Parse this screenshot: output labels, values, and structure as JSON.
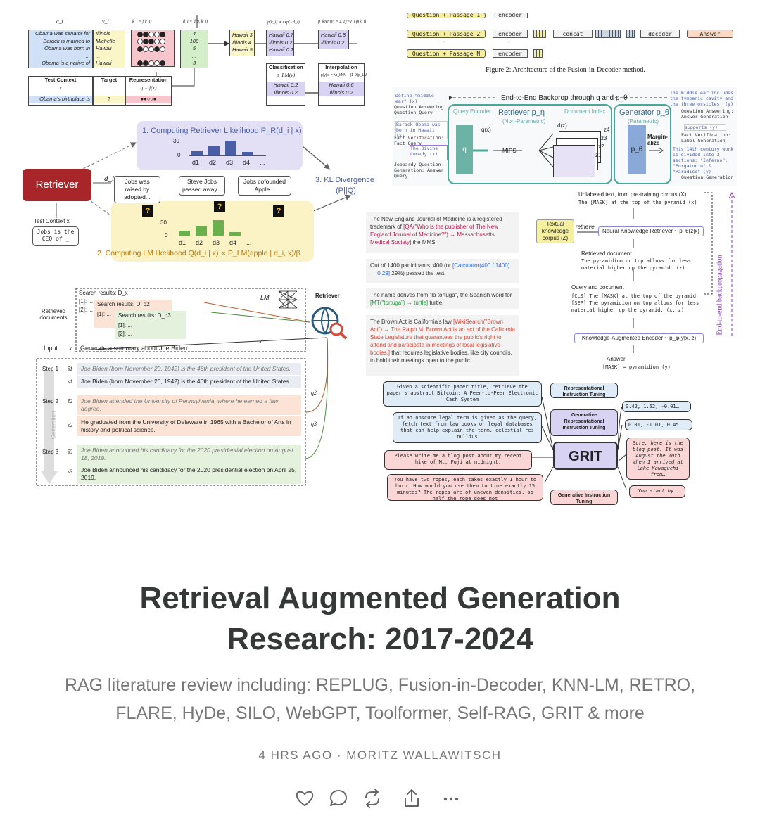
{
  "post": {
    "title_line1": "Retrieval Augmented Generation",
    "title_line2": "Research: 2017-2024",
    "subtitle": "RAG literature review including: REPLUG, Fusion-in-Decoder, KNN-LM, RETRO, FLARE, HyDe, SILO, WebGPT, Toolformer, Self-RAG, GRIT & more",
    "time": "4 HRS AGO",
    "separator": "·",
    "author": "MORITZ WALLAWITSCH"
  },
  "actions": [
    {
      "icon": "heart-icon"
    },
    {
      "icon": "comment-icon"
    },
    {
      "icon": "restack-icon"
    },
    {
      "icon": "share-icon"
    },
    {
      "icon": "more-icon"
    }
  ],
  "hero": {
    "knn": {
      "h_ci": "c_i",
      "h_vi": "v_i",
      "h_ki": "k_i = f(c_i)",
      "h_di": "d_i = d(q, k_i)",
      "h_p": "p(k_i) ∝ exp(−d_i)",
      "h_pknn": "p_kNN(y) = Σ 1y=v_i p(k_i)",
      "contexts": [
        "Obama was senator for",
        "Barack is married to",
        "Obama was born in",
        "...",
        "Obama is a native of"
      ],
      "targets": [
        "Illinois",
        "Michelle",
        "Hawaii",
        "...",
        "Hawaii"
      ],
      "dists": [
        "4",
        "100",
        "5",
        "...",
        "3"
      ],
      "nn": [
        "Hawaii 3",
        "Illinois 4",
        "Hawaii 5"
      ],
      "norm": [
        "Hawaii 0.7",
        "Illinois 0.2",
        "Hawaii 0.1"
      ],
      "agg": [
        "Hawaii 0.8",
        "Illinois 0.2"
      ],
      "test_context_h": "Test Context",
      "test_context_x": "x",
      "target_h": "Target",
      "repr_h": "Representation",
      "repr_q": "q = f(x)",
      "test_row": "Obama's birthplace is",
      "test_target": "?",
      "class_h": "Classification",
      "class_p": "p_LM(y)",
      "class_vals": [
        "Hawaii 0.2",
        "Illinois 0.2"
      ],
      "interp_h": "Interpolation",
      "interp_vals": [
        "Hawaii 0.6",
        "Illinois 0.2"
      ]
    },
    "replug": {
      "retriever": "Retriever",
      "step1": "1. Computing Retriever Likelihood P_R(d_i | x)",
      "step2": "2. Computing LM likelihood Q(d_i | x) ∝ P_LM(apple | d_i, x)/β",
      "step3_a": "3. KL Divergence",
      "step3_b": "(P||Q)",
      "axis_30": "30",
      "axis_0": "0",
      "d_labels": [
        "d1",
        "d2",
        "d3",
        "d4",
        "..."
      ],
      "retrieval_bars": [
        0.25,
        0.55,
        0.9,
        0.2
      ],
      "lm_bars": [
        0.25,
        0.5,
        0.8,
        0.2
      ],
      "docs": [
        "Jobs was raised by adopted...",
        "Steve Jobs passed away...",
        "Jobs cofounded Apple..."
      ],
      "di": "d_i",
      "test_ctx_lbl": "Test Context x",
      "test_ctx": "Jobs is the CEO of _",
      "q_mark": "?"
    },
    "flare": {
      "retrieved_docs": "Retrieved documents",
      "input_lbl": "Input",
      "input_x": "x",
      "input_text": "Generate a summary about Joe Biden.",
      "sr_x": "Search results: D_x",
      "sr_q2": "Search results: D_q2",
      "sr_q3": "Search results: D_q3",
      "bracket_items": [
        "[1]: ...",
        "[2]: ..."
      ],
      "lm": "LM",
      "retriever": "Retriever",
      "x_label": "x",
      "q2": "q2",
      "q3": "q3",
      "generation": "Generation",
      "steps": [
        "Step 1",
        "Step 2",
        "Step 3"
      ],
      "s_labels": [
        "ŝ1",
        "s1",
        "ŝ2",
        "s2",
        "ŝ3",
        "s3"
      ],
      "lines": [
        "Joe Biden (born November 20, 1942) is the 46th president of the United States.",
        "Joe Biden (born November 20, 1942) is the 46th president of the United States.",
        "Joe Biden attended the University of Pennsylvania, where he earned a law degree.",
        "He graduated from the University of Delaware in 1965 with a Bachelor of Arts in history and political science.",
        "Joe Biden announced his candidacy for the 2020 presidential election on August 18, 2019.",
        "Joe Biden announced his candidacy for the 2020 presidential election on April 25, 2019."
      ]
    },
    "fid": {
      "row_top_a": "Question + Passage 1",
      "row_top_b": "encoder",
      "row2_q": "Question + Passage 2",
      "row2_enc": "encoder",
      "concat": "concat",
      "decoder": "decoder",
      "answer": "Answer",
      "dots": ":",
      "rowN_q": "Question + Passage N",
      "rowN_enc": "encoder",
      "caption": "Figure 2: Architecture of the Fusion-in-Decoder method."
    },
    "rag": {
      "backprop": "End-to-End Backprop through q and p_θ",
      "query_encoder": "Query Encoder",
      "retriever": "Retriever p_η",
      "retriever_sub": "(Non-Parametric)",
      "doc_index": "Document Index",
      "generator": "Generator p_θ",
      "generator_sub": "(Parametric)",
      "qx": "q(x)",
      "mips": "MIPS",
      "dz": "d(z)",
      "margin": "Margin-alize",
      "q": "q",
      "ptheta": "p_θ",
      "z_labels": [
        "z1",
        "z2",
        "z3",
        "z4"
      ],
      "left_codes": [
        "Define \"middle ear\" (x)",
        "Barack Obama was born in Hawaii. (x)",
        "The Divine Comedy (x)"
      ],
      "left_labels": [
        "Question Answering: Question Query",
        "Fact Verification: Fact Query",
        "Jeopardy Question Generation: Answer Query"
      ],
      "right_codes": [
        "The middle ear includes the tympanic cavity and the three ossicles. (y)",
        "supports (y)",
        "This 14th century work is divided into 3 sections: \"Inferno\", \"Purgatorio\" & \"Paradiso\" (y)"
      ],
      "right_labels": [
        "Question Answering: Answer Generation",
        "Fact Verification: Label Generation",
        "Question Generation"
      ]
    },
    "toolformer": [
      {
        "pre": "The New England Journal of Medicine is a registered trademark of ",
        "call": "[QA(\"Who is the publisher of The New England Journal of Medicine?\") → Massachusetts Medical Society]",
        "post": " the MMS."
      },
      {
        "pre": "Out of 1400 participants, 400 (or ",
        "call": "[Calculator(400 / 1400) → 0.29]",
        "post": " 29%) passed the test."
      },
      {
        "pre": "The name derives from \"la tortuga\", the Spanish word for ",
        "call": "[MT(\"tortuga\") → turtle]",
        "post": " turtle."
      },
      {
        "pre": "The Brown Act is California's law ",
        "call": "[WikiSearch(\"Brown Act\") → The Ralph M. Brown Act is an act of the California State Legislature that guarantees the public's right to attend and participate in meetings of local legislative bodies.]",
        "post": " that requires legislative bodies, like city councils, to hold their meetings open to the public."
      }
    ],
    "realm": {
      "unlabeled": "Unlabeled text, from pre-training corpus (X)",
      "unlabeled_text": "The [MASK] at the top of the pyramid (x)",
      "textual": "Textual knowledge corpus (Z)",
      "retrieve": "retrieve",
      "nkr": "Neural Knowledge Retriever ~ p_θ(z|x)",
      "retrieved_doc": "Retrieved document",
      "retrieved_text": "The pyramidion on top allows for less material higher up the pyramid. (z)",
      "query_doc": "Query and document",
      "query_text": "[CLS] The [MASK] at the top of the pyramid [SEP] The pyramidion on top allows for less material higher up the pyramid. (x, z)",
      "kae": "Knowledge-Augmented Encoder ~ p_φ(y|x, z)",
      "answer_lbl": "Answer",
      "answer_text": "[MASK] = pyramidion (y)",
      "e2e": "End-to-end backpropagation"
    },
    "grit": {
      "center": "GRIT",
      "prompts": [
        "Given a scientific paper title, retrieve the paper's abstract Bitcoin: A Peer-to-Peer Electronic Cash System",
        "If an obscure legal term is given as the query, fetch text from law books or legal databases that can help explain the term. celestial res nullius",
        "Please write me a blog post about my recent hike of Mt. Fuji at midnight.",
        "You have two ropes, each takes exactly 1 hour to burn. How would you use them to time exactly 15 minutes? The ropes are of uneven densities, so half the rope does not"
      ],
      "labels": [
        "Representational Instruction Tuning",
        "Generative Representational Instruction Tuning",
        "Generative Instruction Tuning"
      ],
      "outputs": [
        "0.42, 1.52, -0.01…",
        "0.01, -1.01, 0.45…",
        "Sure, here is the blog post. It was August the 10th when I arrived at Lake Kawaguchi from…",
        "You start by…"
      ]
    }
  }
}
